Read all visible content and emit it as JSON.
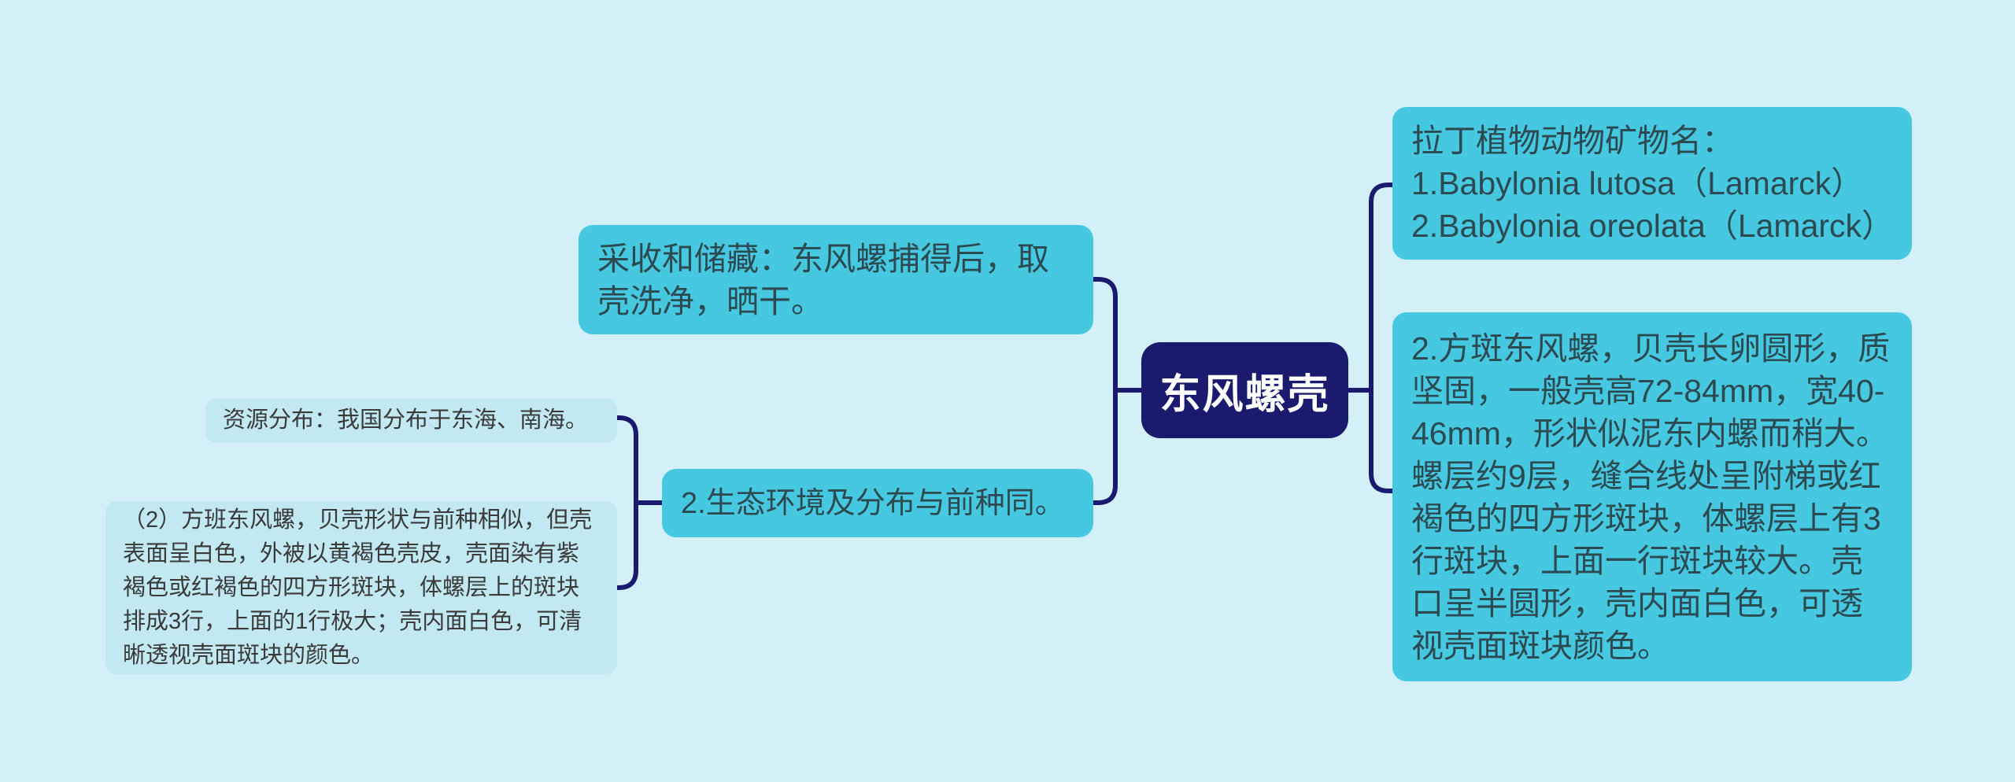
{
  "palette": {
    "background": "#d3f0f8",
    "branch_box_bg": "#47c8e1",
    "branch_box_text": "#2c4a52",
    "leaf_box_bg": "#c2e8f2",
    "leaf_box_text": "#3a3a3a",
    "root_bg": "#1a1a6e",
    "root_text": "#ffffff",
    "connector": "#1a1a6e"
  },
  "mindmap": {
    "root": {
      "label": "东风螺壳"
    },
    "right": [
      {
        "id": "latin-name",
        "text": "拉丁植物动物矿物名：1.Babylonia lutosa（Lamarck）2.Babylonia oreolata（Lamarck）"
      },
      {
        "id": "species-description",
        "text": "2.方斑东风螺，贝壳长卵圆形，质坚固，一般壳高72-84mm，宽40-46mm，形状似泥东内螺而稍大。螺层约9层，缝合线处呈附梯或红褐色的四方形斑块，体螺层上有3行斑块，上面一行斑块较大。壳口呈半圆形，壳内面白色，可透视壳面斑块颜色。"
      }
    ],
    "left": [
      {
        "id": "harvest-storage",
        "text": "采收和储藏：东风螺捕得后，取壳洗净，晒干。"
      },
      {
        "id": "ecology",
        "text": "2.生态环境及分布与前种同。"
      }
    ],
    "left_sub": [
      {
        "id": "resource-distribution",
        "text": "资源分布：我国分布于东海、南海。"
      },
      {
        "id": "variant-description",
        "text": "（2）方班东风螺，贝壳形状与前种相似，但壳表面呈白色，外被以黄褐色壳皮，壳面染有紫褐色或红褐色的四方形斑块，体螺层上的斑块排成3行，上面的1行极大；壳内面白色，可清晰透视壳面斑块的颜色。"
      }
    ]
  }
}
